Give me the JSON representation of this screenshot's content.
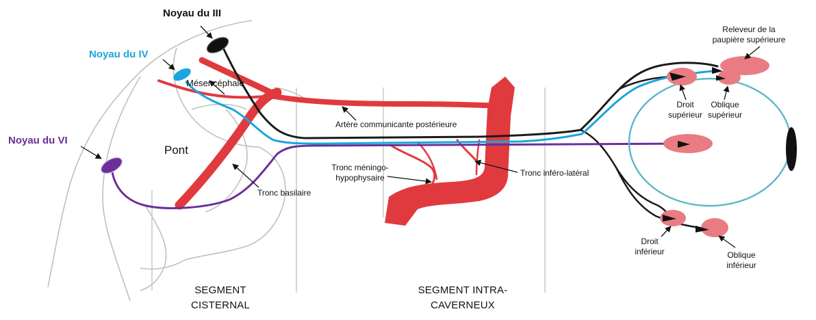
{
  "colors": {
    "artery": "#e03a3e",
    "nerve_iii": "#1a1a1a",
    "nerve_iv": "#1aa5de",
    "nerve_vi": "#6a2f9a",
    "muscle": "#e97c82",
    "globe": "#5bb6c9",
    "brainstem_outline": "#bfbfbf",
    "divider": "#c8c8c8"
  },
  "nuclei": {
    "iii": "Noyau du III",
    "iv": "Noyau du IV",
    "vi": "Noyau du VI"
  },
  "structures": {
    "mesencephale": "Mésencéphale",
    "pont": "Pont"
  },
  "vessels": {
    "pcom": "Artère communicante postérieure",
    "basilaire": "Tronc basilaire",
    "meningo_line1": "Tronc méningo-",
    "meningo_line2": "hypophysaire",
    "infero_lateral": "Tronc inféro-latéral"
  },
  "muscles": {
    "releveur_line1": "Releveur de la",
    "releveur_line2": "paupière supérieure",
    "droit_sup_line1": "Droit",
    "droit_sup_line2": "supérieur",
    "oblique_sup_line1": "Oblique",
    "oblique_sup_line2": "supérieur",
    "droit_inf_line1": "Droit",
    "droit_inf_line2": "inférieur",
    "oblique_inf_line1": "Oblique",
    "oblique_inf_line2": "inférieur"
  },
  "segments": {
    "cisternal_line1": "SEGMENT",
    "cisternal_line2": "CISTERNAL",
    "intracav_line1": "SEGMENT INTRA-",
    "intracav_line2": "CAVERNEUX"
  }
}
